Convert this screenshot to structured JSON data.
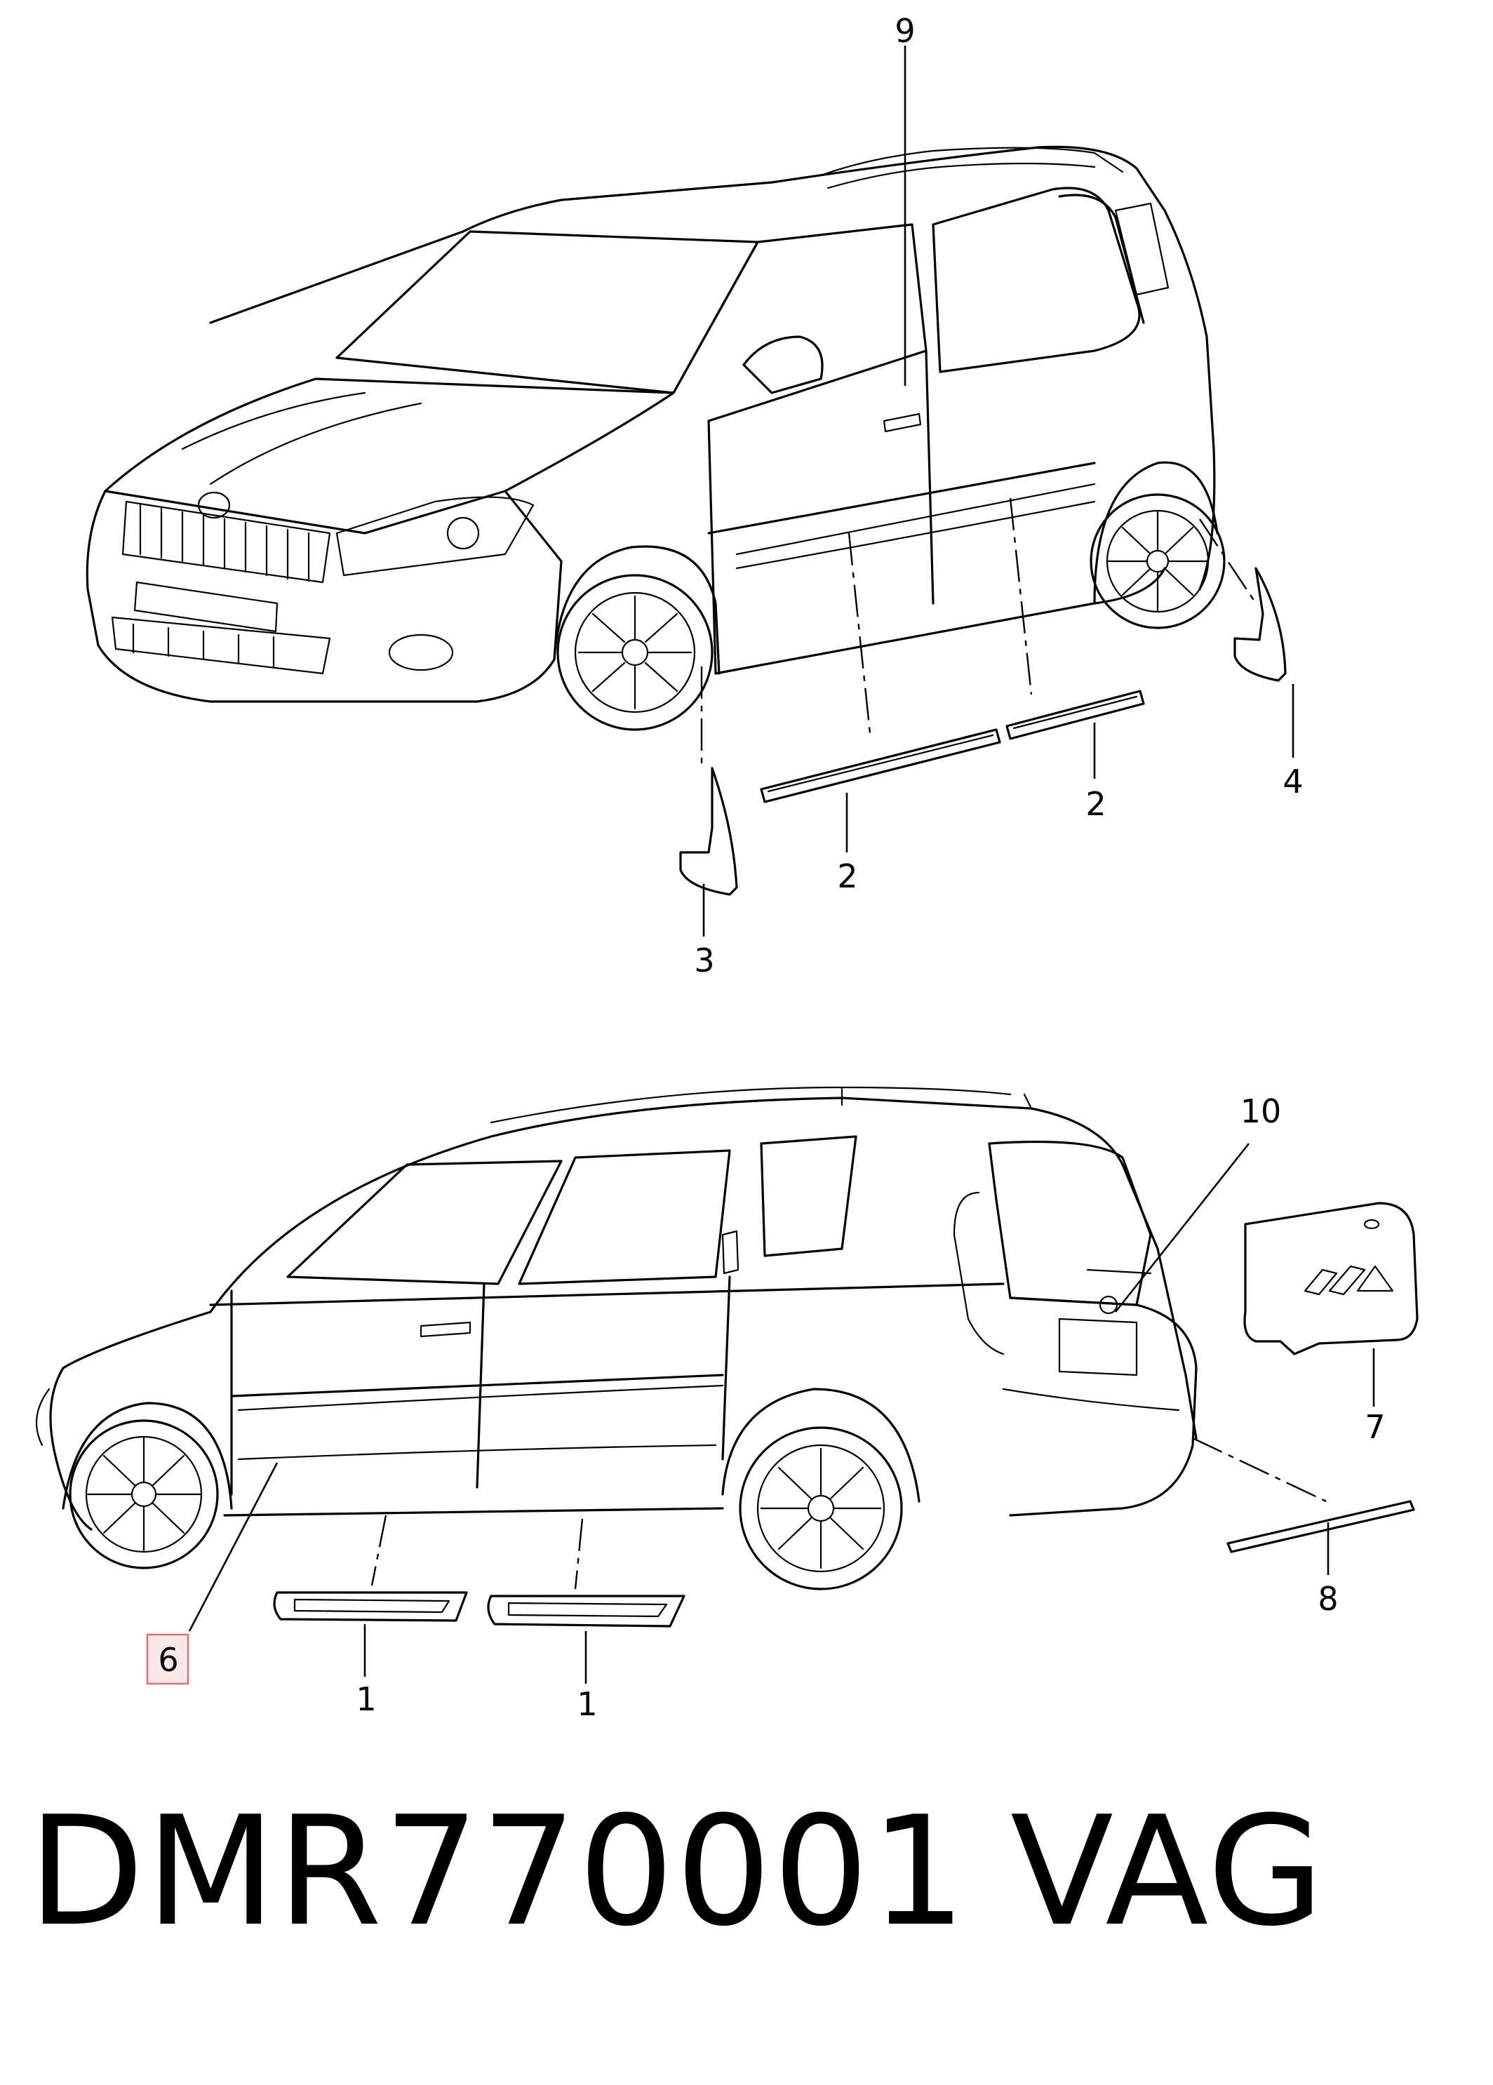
{
  "callouts": {
    "c9": "9",
    "c2a": "2",
    "c2b": "2",
    "c3": "3",
    "c4": "4",
    "c10": "10",
    "c7": "7",
    "c8": "8",
    "c6": "6",
    "c1a": "1",
    "c1b": "1"
  },
  "footer": {
    "part_number": "DMR770001",
    "brand": "VAG"
  },
  "colors": {
    "ink": "#000000",
    "highlight_fill": "#fde8e8",
    "highlight_border": "#e07070"
  }
}
